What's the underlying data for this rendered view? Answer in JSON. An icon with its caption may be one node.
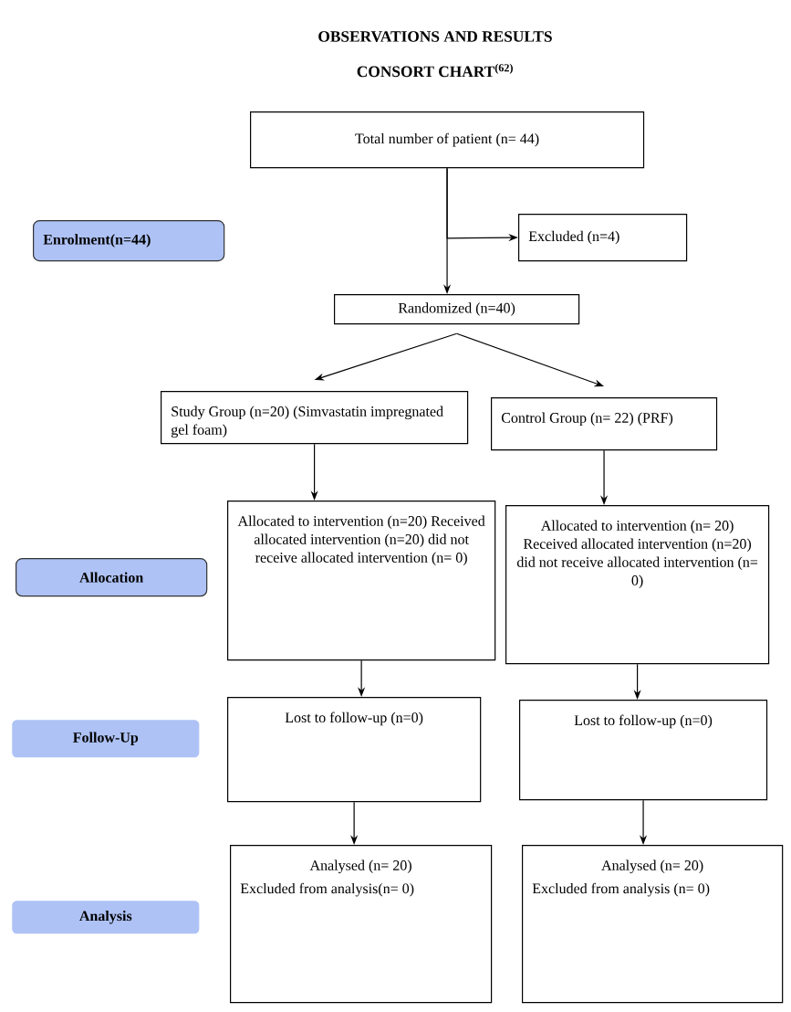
{
  "diagram": {
    "title": "OBSERVATIONS AND RESULTS",
    "nodes": [
      {
        "text": [
          "Total number of patient (n= 44)"
        ]
      },
      {
        "text": [
          "Enrolment(n=44)"
        ]
      },
      {
        "text": [
          "Excluded (n=4)"
        ]
      },
      {
        "text": [
          "Randomized (n=40)"
        ]
      },
      {
        "text": [
          "Study Group (n=20) (Simvastatin impregnated gel foam)"
        ]
      },
      {
        "text": [
          "Control Group (n= 22) (PRF)"
        ]
      },
      {
        "text": [
          "Allocation"
        ]
      },
      {
        "text": [
          "Allocated to intervention (n=20) Received allocated intervention (n=20) did not receive allocated intervention (n= 0)"
        ]
      },
      {
        "text": [
          "Allocated to intervention (n= 20) Received allocated intervention (n=20) did not receive allocated intervention (n= 0)"
        ]
      },
      {
        "text": [
          "Follow-Up"
        ]
      },
      {
        "text": [
          "Lost to follow-up (n=0)"
        ]
      },
      {
        "text": [
          "Lost to follow-up (n=0)"
        ]
      },
      {
        "text": [
          "Analysis"
        ]
      },
      {
        "text": [
          "Analysed (n= 20)",
          "Excluded from analysis(n= 0)"
        ]
      },
      {
        "text": [
          "Analysed (n= 20)",
          "Excluded from analysis (n= 0)"
        ]
      }
    ],
    "edges": [
      {
        "from": 0,
        "to": 3,
        "arrow": "to"
      },
      {
        "from": 0,
        "to": 2,
        "arrow": "to"
      },
      {
        "from": 3,
        "to": 4,
        "arrow": "to"
      },
      {
        "from": 3,
        "to": 5,
        "arrow": "to"
      },
      {
        "from": 4,
        "to": 7,
        "arrow": "to"
      },
      {
        "from": 5,
        "to": 8,
        "arrow": "to"
      },
      {
        "from": 7,
        "to": 10,
        "arrow": "to"
      },
      {
        "from": 8,
        "to": 11,
        "arrow": "to"
      },
      {
        "from": 10,
        "to": 13,
        "arrow": "to"
      },
      {
        "from": 11,
        "to": 14,
        "arrow": "to"
      }
    ],
    "labels": [
      "CONSORT CHART$^{(62)}$"
    ]
  }
}
